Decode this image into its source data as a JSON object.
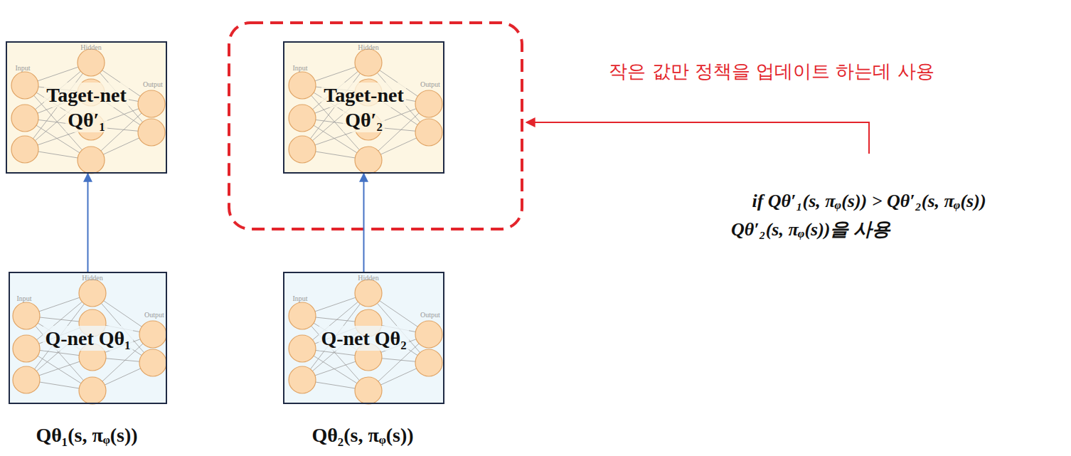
{
  "diagram": {
    "nodes": [
      {
        "text": [
          "Taget-net",
          "Qθ′₁"
        ]
      },
      {
        "text": [
          "Taget-net",
          "Qθ′₂"
        ]
      },
      {
        "text": [
          "Q-net Qθ₁"
        ]
      },
      {
        "text": [
          "Q-net Qθ₂"
        ]
      }
    ],
    "edges": [
      {
        "from": 2,
        "to": 0,
        "arrow": "to"
      },
      {
        "from": 3,
        "to": 1,
        "arrow": "to"
      }
    ],
    "labels": [
      "작은 값만 정책을 업데이트 하는데 사용",
      "if Qθ′₁(s, πᵩ(s)) > Qθ′₂(s, πᵩ(s))",
      "Qθ′₂(s, πᵩ(s))을 사용",
      "Qθ₁(s, πᵩ(s))",
      "Qθ₂(s, πᵩ(s))",
      "Hidden",
      "Input",
      "Output",
      "Hidden",
      "Input",
      "Output",
      "Hidden",
      "Input",
      "Output",
      "Hidden",
      "Input",
      "Output"
    ]
  }
}
